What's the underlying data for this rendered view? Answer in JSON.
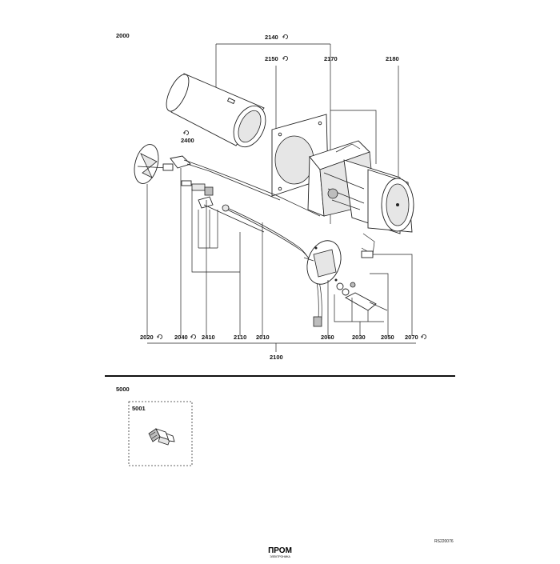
{
  "section_main": {
    "title": "2000"
  },
  "section_spare": {
    "title": "5000",
    "box_label": "5001"
  },
  "parts": {
    "p2140": "2140",
    "p2150": "2150",
    "p2170": "2170",
    "p2180": "2180",
    "p2400": "2400",
    "p2020": "2020",
    "p2040": "2040",
    "p2410": "2410",
    "p2110": "2110",
    "p2010": "2010",
    "p2060": "2060",
    "p2030": "2030",
    "p2050": "2050",
    "p2070": "2070",
    "p2100": "2100"
  },
  "doc_ref": "RS220076",
  "logo": {
    "main": "ПРОМ",
    "sub": "ЭЛЕКТРОНИКА"
  },
  "icons": {
    "refresh": "refresh-icon"
  }
}
